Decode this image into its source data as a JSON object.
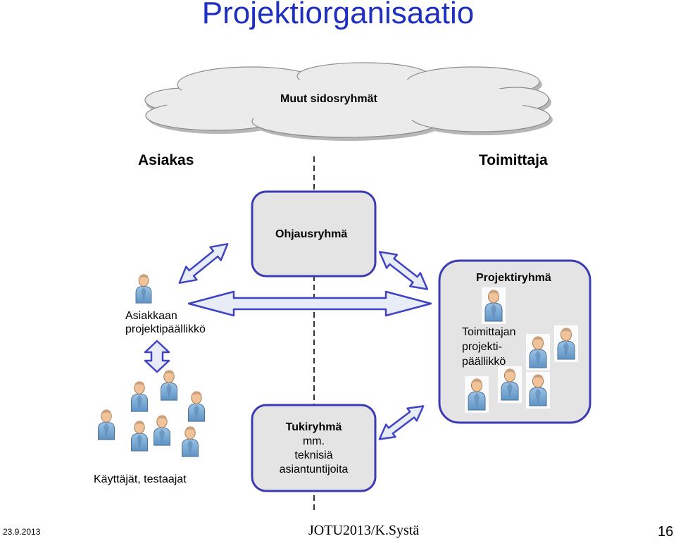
{
  "title": "Projektiorganisaatio",
  "cloud_label": "Muut sidosryhmät",
  "left_heading": "Asiakas",
  "right_heading": "Toimittaja",
  "steering_group": "Ohjausryhmä",
  "project_group": "Projektiryhmä",
  "customer_pm": [
    "Asiakkaan",
    "projektipäällikkö"
  ],
  "supplier_pm": [
    "Toimittajan",
    "projekti-",
    "päällikkö"
  ],
  "support_group": {
    "title": "Tukiryhmä",
    "lines": [
      "mm.",
      "teknisiä",
      "asiantuntijoita"
    ]
  },
  "users_label": "Käyttäjät, testaajat",
  "footer": {
    "date": "23.9.2013",
    "author": "JOTU2013/K.Systä",
    "page": "16"
  },
  "colors": {
    "title": "#1f2fbf",
    "box_border": "#3b3bb3",
    "box_fill": "#e4e4e4",
    "arrow_fill": "#e8ecf6",
    "arrow_stroke": "#3f43c4",
    "person_body": "#7fb0d8",
    "person_head": "#f1c39a"
  }
}
